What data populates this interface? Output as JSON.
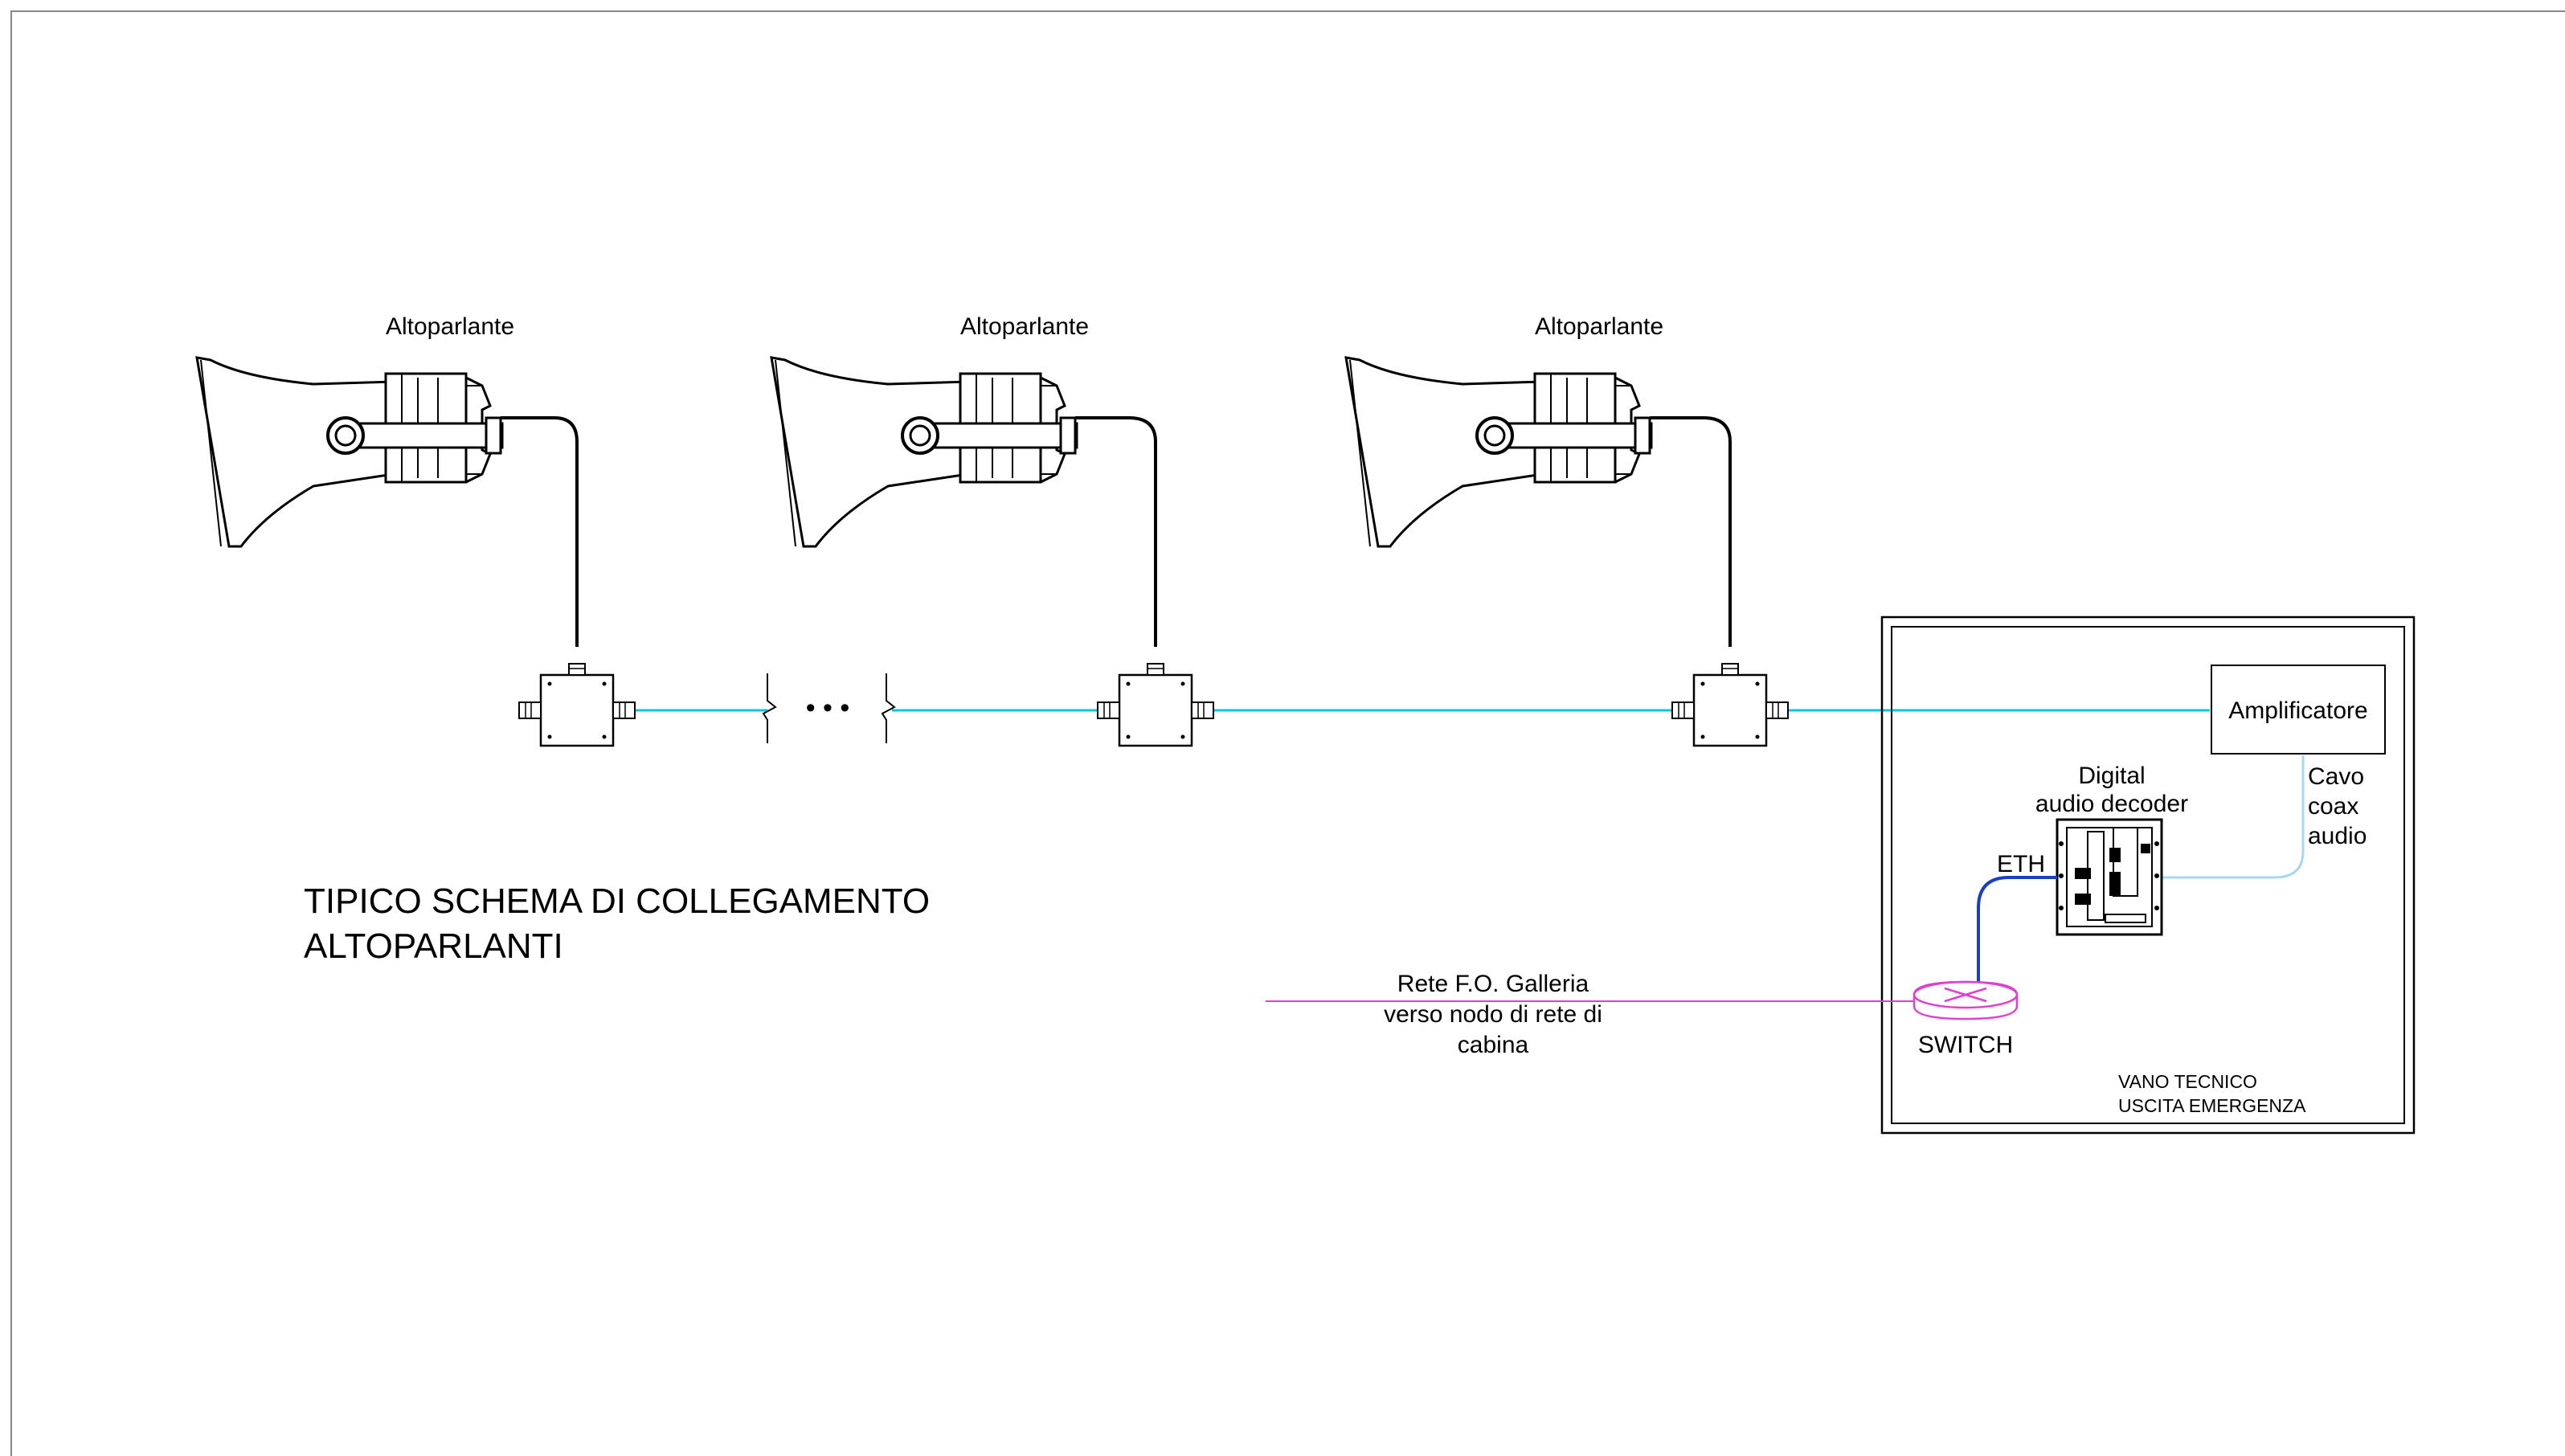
{
  "speakers": [
    {
      "label": "Altoparlante"
    },
    {
      "label": "Altoparlante"
    },
    {
      "label": "Altoparlante"
    }
  ],
  "ellipsis": "• • •",
  "title": {
    "line1": "TIPICO SCHEMA DI COLLEGAMENTO",
    "line2": "ALTOPARLANTI"
  },
  "room": {
    "amplifier": "Amplificatore",
    "decoder": {
      "line1": "Digital",
      "line2": "audio decoder"
    },
    "eth": "ETH",
    "coax": {
      "line1": "Cavo",
      "line2": "coax",
      "line3": "audio"
    },
    "switch": "SWITCH",
    "room_label": {
      "line1": "VANO TECNICO",
      "line2": "USCITA EMERGENZA"
    }
  },
  "fiber": {
    "line1": "Rete F.O. Galleria",
    "line2": "verso nodo di rete di",
    "line3": "cabina"
  },
  "colors": {
    "speaker_cable": "#00c8d8",
    "eth_cable": "#1a3fc4",
    "coax_cable": "#a8d8f0",
    "fiber": "#e040d0",
    "switch": "#e040d0"
  }
}
